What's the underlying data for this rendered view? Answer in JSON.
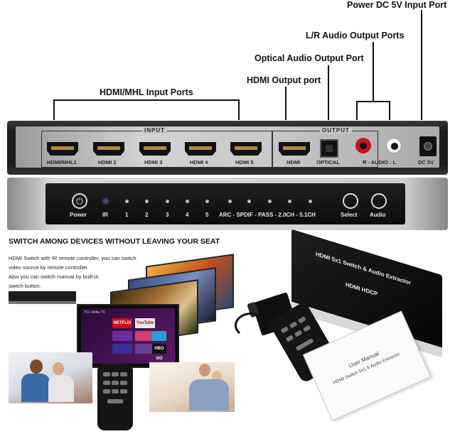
{
  "callouts": {
    "power": "Power DC 5V Input Port",
    "lr_audio": "L/R Audio Output Ports",
    "optical": "Optical Audio Output Port",
    "hdmi_out": "HDMI Output port",
    "hdmi_in": "HDMI/MHL Input Ports"
  },
  "rear_panel": {
    "input_label": "INPUT",
    "output_label": "OUTPUT",
    "ports": [
      "HDMI/MHL1",
      "HDMI 2",
      "HDMI 3",
      "HDMI 4",
      "HDMI 5"
    ],
    "hdmi_out": "HDMI",
    "optical": "OPTICAL",
    "audio": "R - AUDIO - L",
    "dc": "DC 5V",
    "rca_colors": [
      "#c8141a",
      "#f2f2f2"
    ]
  },
  "front_panel": {
    "power": "Power",
    "ir": "IR",
    "inputs": [
      "1",
      "2",
      "3",
      "4",
      "5"
    ],
    "modes": "ARC - SPDIF - PASS - 2.0CH - 5.1CH",
    "select": "Select",
    "audio": "Audio"
  },
  "section": {
    "heading": "SWITCH AMONG DEVICES WITHOUT LEAVING YOUR SEAT",
    "lines": [
      "HDMI Switch with IR remote controller, you can switch",
      "video source by remote controller.",
      "Also you can switch manual by built-in",
      "switch button."
    ]
  },
  "tv": {
    "brand": "TCL Roku TV",
    "tiles": [
      {
        "label": "NETFLIX",
        "color": "#c4101c"
      },
      {
        "label": "YouTube",
        "color": "#e8e8e8"
      },
      {
        "label": "",
        "color": "#6a2ca0"
      },
      {
        "label": "",
        "color": "#d04070"
      },
      {
        "label": "",
        "color": "#333399"
      },
      {
        "label": "",
        "color": "#6b3c9a"
      },
      {
        "label": "",
        "color": "#23a0d8"
      },
      {
        "label": "HBO GO",
        "color": "#111111"
      }
    ]
  },
  "product": {
    "top_text": "HDMI 5x1 Switch & Audio Extractor",
    "side_text": "HDMI HDCP",
    "manual_title": "User Manual",
    "manual_sub": "HDMI Switch 5x1 & Audio Extractor"
  },
  "colors": {
    "panel_dark": "#1c1c1c",
    "panel_silver": "#c8c8c8",
    "hdmi_gold": "#b98b3a"
  }
}
